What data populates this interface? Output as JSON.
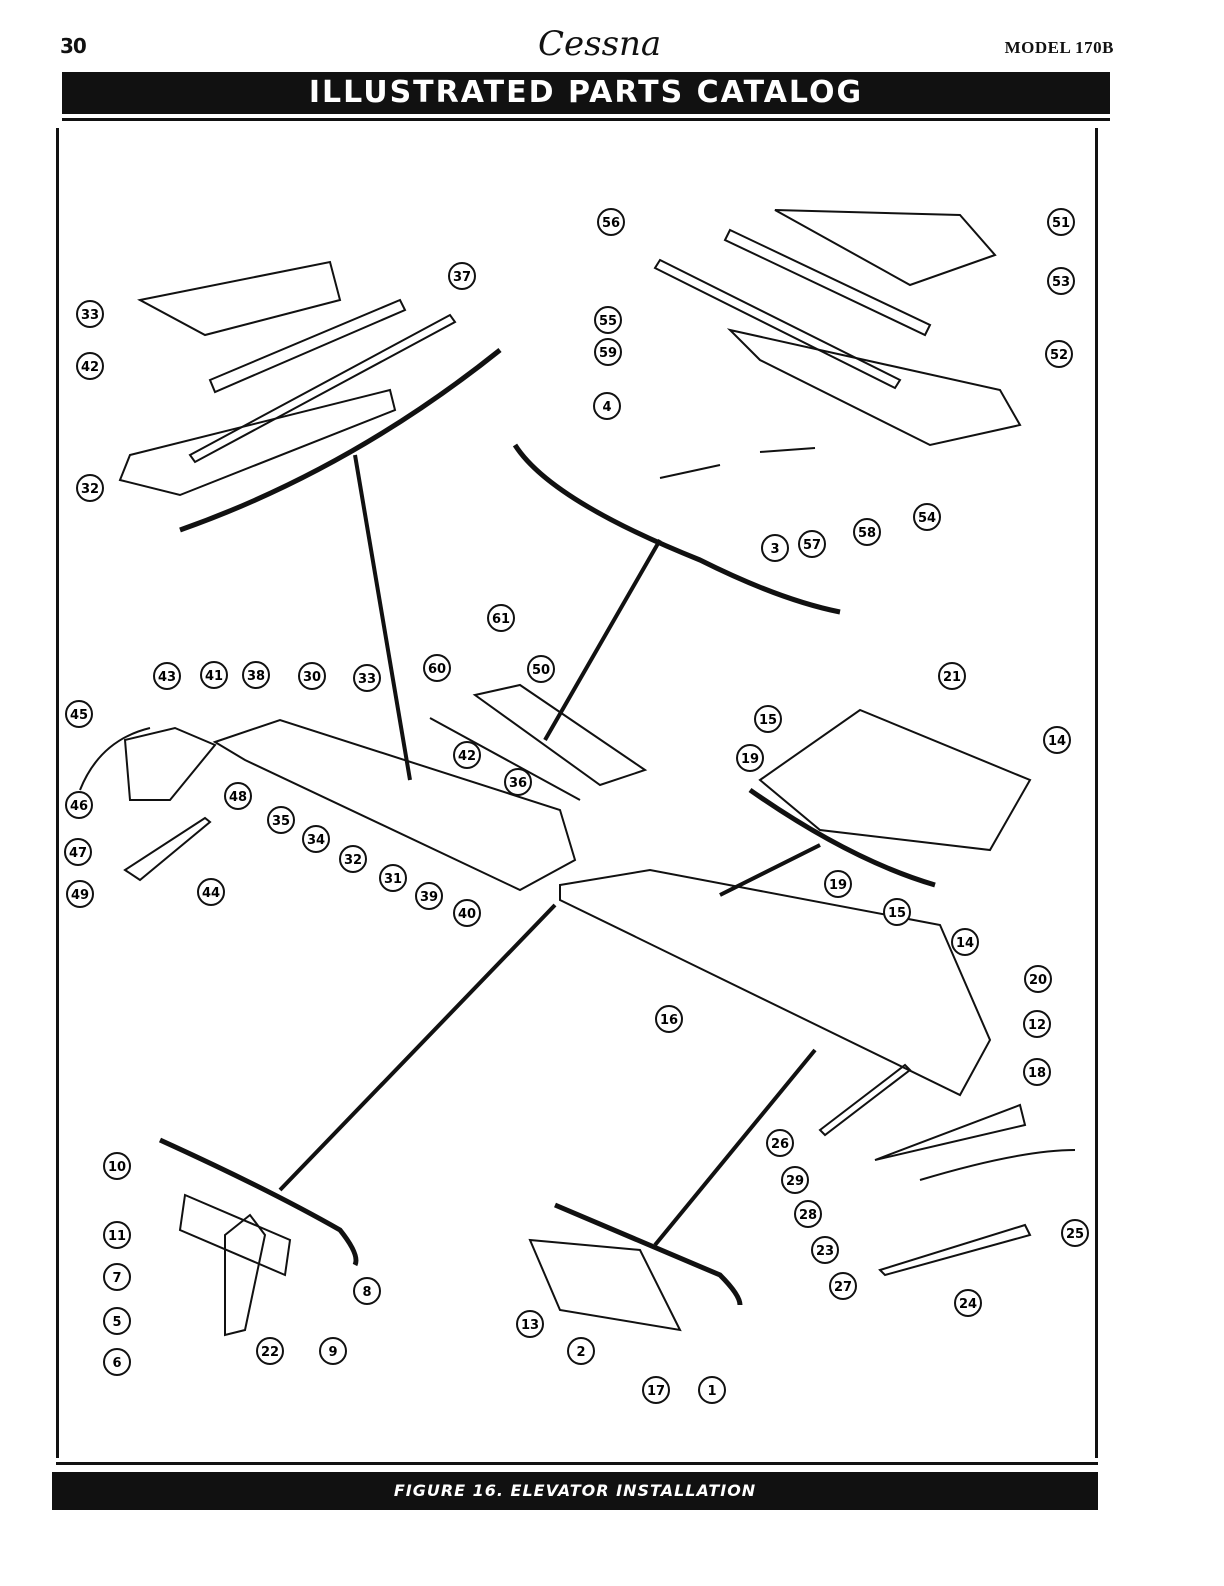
{
  "header": {
    "page_number": "30",
    "brand": "Cessna",
    "model": "MODEL 170B",
    "title": "ILLUSTRATED PARTS CATALOG"
  },
  "caption": "FIGURE 16.   ELEVATOR INSTALLATION",
  "colors": {
    "ink": "#111111",
    "paper": "#ffffff"
  },
  "callouts": [
    "56",
    "51",
    "53",
    "55",
    "59",
    "52",
    "4",
    "54",
    "58",
    "57",
    "3",
    "37",
    "33",
    "42",
    "32",
    "61",
    "60",
    "50",
    "43",
    "41",
    "38",
    "30",
    "45",
    "46",
    "48",
    "47",
    "49",
    "44",
    "35",
    "34",
    "32",
    "31",
    "39",
    "40",
    "36",
    "42",
    "33",
    "21",
    "15",
    "19",
    "14",
    "19",
    "15",
    "14",
    "16",
    "20",
    "12",
    "18",
    "26",
    "29",
    "28",
    "23",
    "27",
    "25",
    "24",
    "10",
    "11",
    "7",
    "5",
    "6",
    "22",
    "9",
    "8",
    "13",
    "2",
    "17",
    "1"
  ]
}
